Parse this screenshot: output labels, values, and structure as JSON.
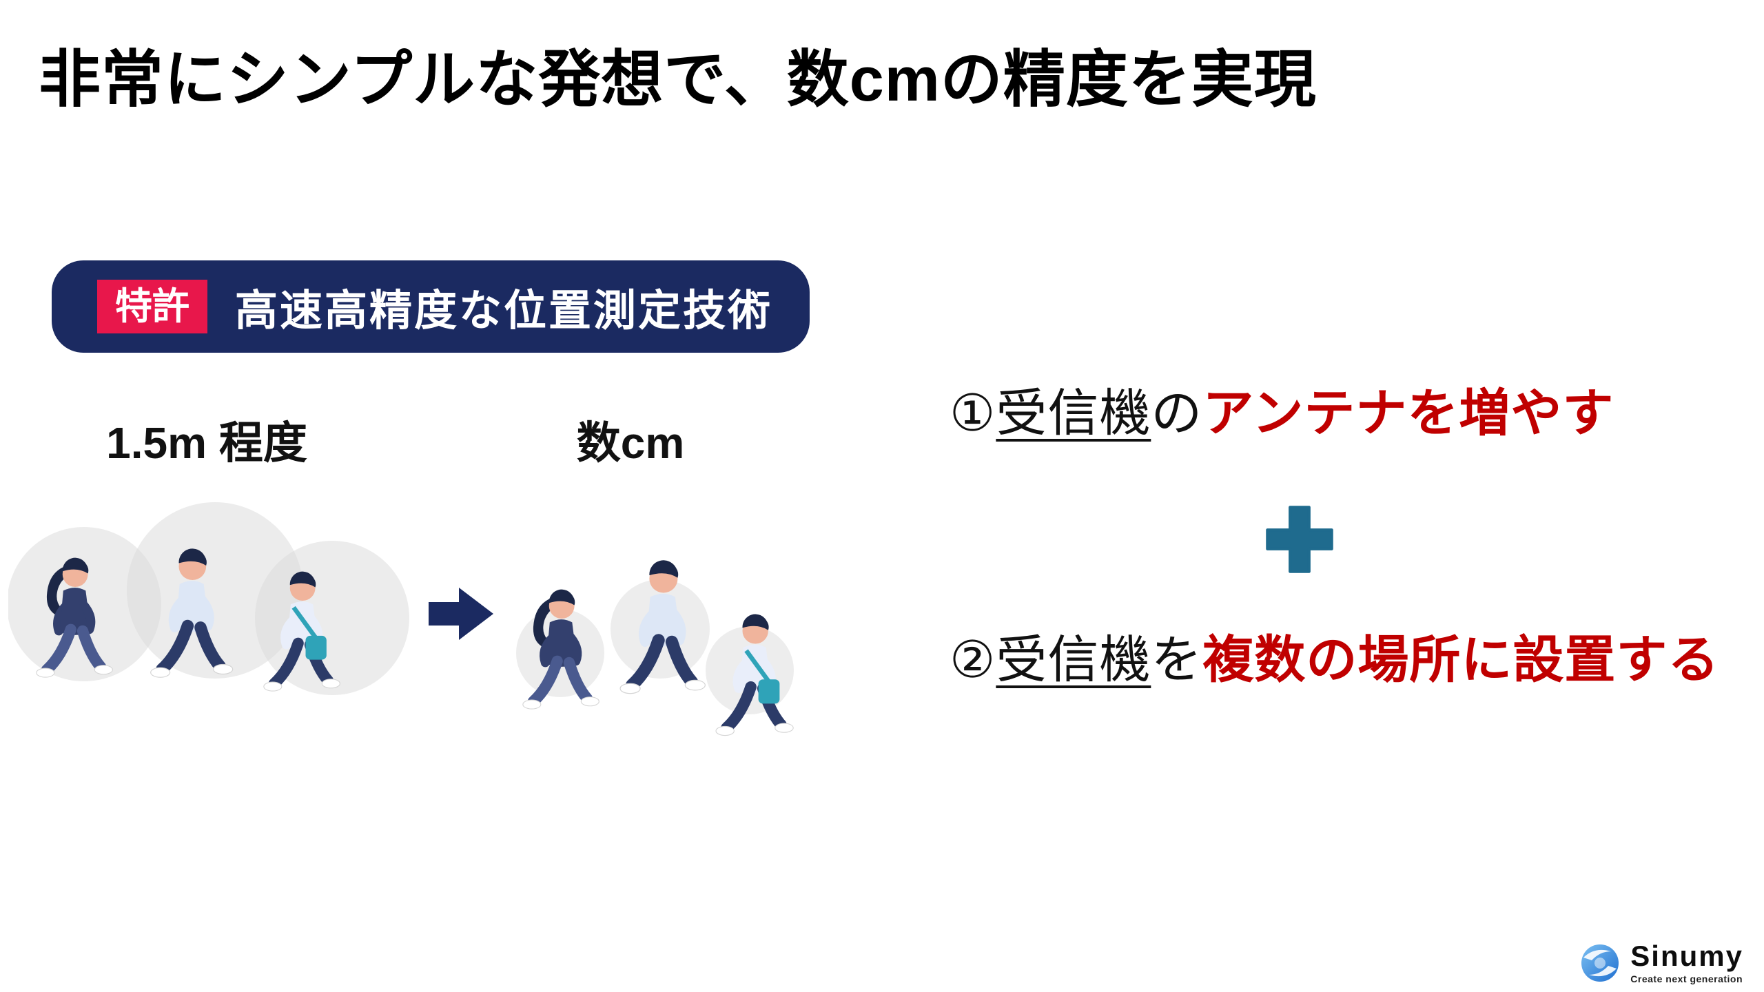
{
  "title": "非常にシンプルな発想で、数cmの精度を実現",
  "patent": {
    "badge": "特許",
    "label": "高速高精度な位置測定技術"
  },
  "comparison": {
    "before_label": "1.5m 程度",
    "after_label": "数cm"
  },
  "methods": {
    "items": [
      {
        "number": "①",
        "subject": "受信機",
        "particle": "の",
        "action": "アンテナを増やす"
      },
      {
        "number": "②",
        "subject": "受信機",
        "particle": "を",
        "action": "複数の場所に設置する"
      }
    ]
  },
  "logo": {
    "name": "Sinumy",
    "tagline": "Create next generation"
  },
  "icons": {
    "arrow_right": "navy block arrow pointing right",
    "plus": "heavy teal plus sign",
    "logo_swirl": "blue swirl sphere mark",
    "people_before": "three walking people inside large gray uncertainty circles",
    "people_after": "three walking people with small gray uncertainty circles"
  },
  "colors": {
    "navy": "#1b2a61",
    "badge_red": "#e8174b",
    "accent_red": "#c00000",
    "plus_teal": "#1f6b8e",
    "logo_blue": "#2f7fd0",
    "text_black": "#111111"
  }
}
